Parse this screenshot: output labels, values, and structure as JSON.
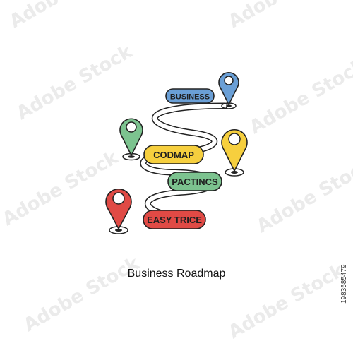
{
  "diagram": {
    "caption": "Business Roadmap",
    "stock_id": "1983585479",
    "watermark_text": "Adobe Stock",
    "steps": [
      {
        "label": "BUSINESS",
        "color": "#6a9fd6"
      },
      {
        "label": "CODMAP",
        "color": "#f6cf3e"
      },
      {
        "label": "PACTINCS",
        "color": "#7cc38f"
      },
      {
        "label": "EASY TRICE",
        "color": "#e04a45"
      }
    ],
    "pins": [
      {
        "color": "#6a9fd6",
        "icon": "map-pin-icon"
      },
      {
        "color": "#7cc38f",
        "icon": "map-pin-icon"
      },
      {
        "color": "#f6cf3e",
        "icon": "map-pin-icon"
      },
      {
        "color": "#e04a45",
        "icon": "map-pin-icon"
      }
    ],
    "outline_color": "#222222"
  }
}
